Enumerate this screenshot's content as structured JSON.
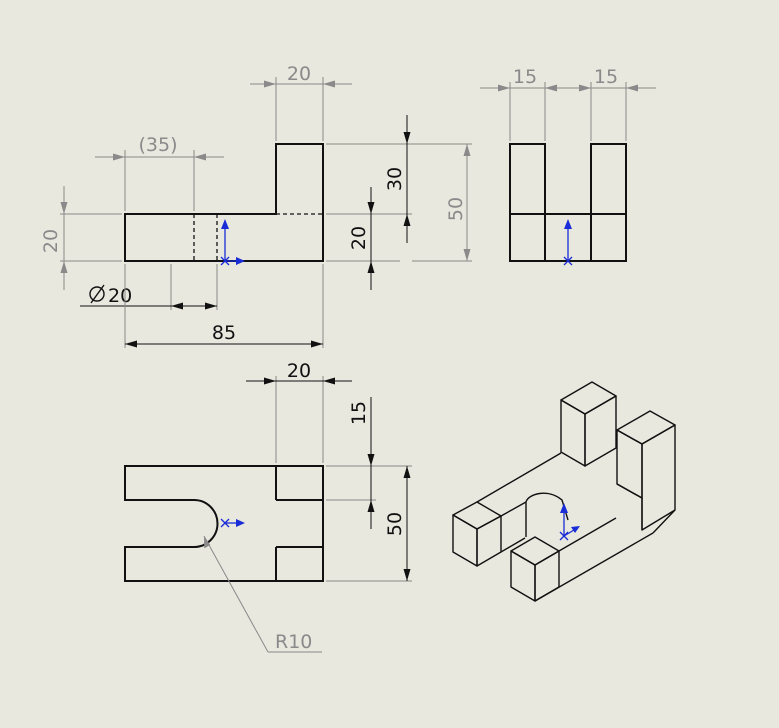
{
  "colors": {
    "background": "#e8e8df",
    "geometry": "#111111",
    "dimension_gray": "#8a8a8a",
    "origin_axes": "#1a2cd6"
  },
  "front_view": {
    "dim_top_width": "20",
    "dim_ref": "(35)",
    "dim_left_height": "20",
    "dim_upper_height": "30",
    "dim_lower_height": "20",
    "dim_total_height": "50",
    "dim_hole": "20",
    "dim_overall_length": "85"
  },
  "side_view": {
    "dim_left_gap": "15",
    "dim_right_gap": "15"
  },
  "top_view": {
    "dim_top_width": "20",
    "dim_depth_upper": "15",
    "dim_total_depth": "50",
    "dim_radius": "R10"
  }
}
